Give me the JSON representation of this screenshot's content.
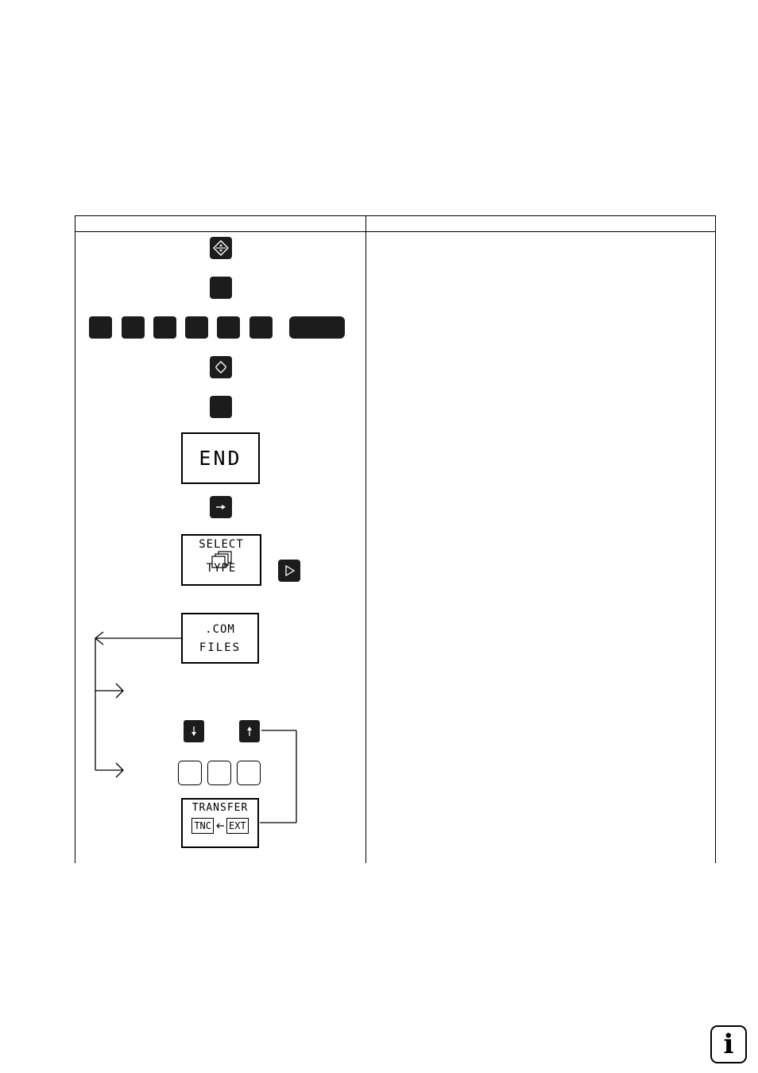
{
  "softkeys": {
    "end": {
      "label": "END"
    },
    "select_type": {
      "line1": "SELECT",
      "line2": "TYPE"
    },
    "com_files": {
      "line1": ".COM",
      "line2": "FILES"
    },
    "transfer": {
      "title": "TRANSFER",
      "left": "TNC",
      "right": "EXT"
    }
  },
  "icons": {
    "program_mode": "diamond-arrows-icon",
    "program_mgmt": "up-down-arrow-icon",
    "cursor_right": "arrow-right-icon",
    "next_softkey_row": "triangle-right-icon",
    "arrow_down": "arrow-down-icon",
    "arrow_up": "arrow-up-icon",
    "info": "info-icon"
  },
  "info_badge": {
    "label": "i"
  },
  "colors": {
    "key_fill": "#1c1c1c",
    "line": "#000000",
    "background": "#ffffff"
  }
}
